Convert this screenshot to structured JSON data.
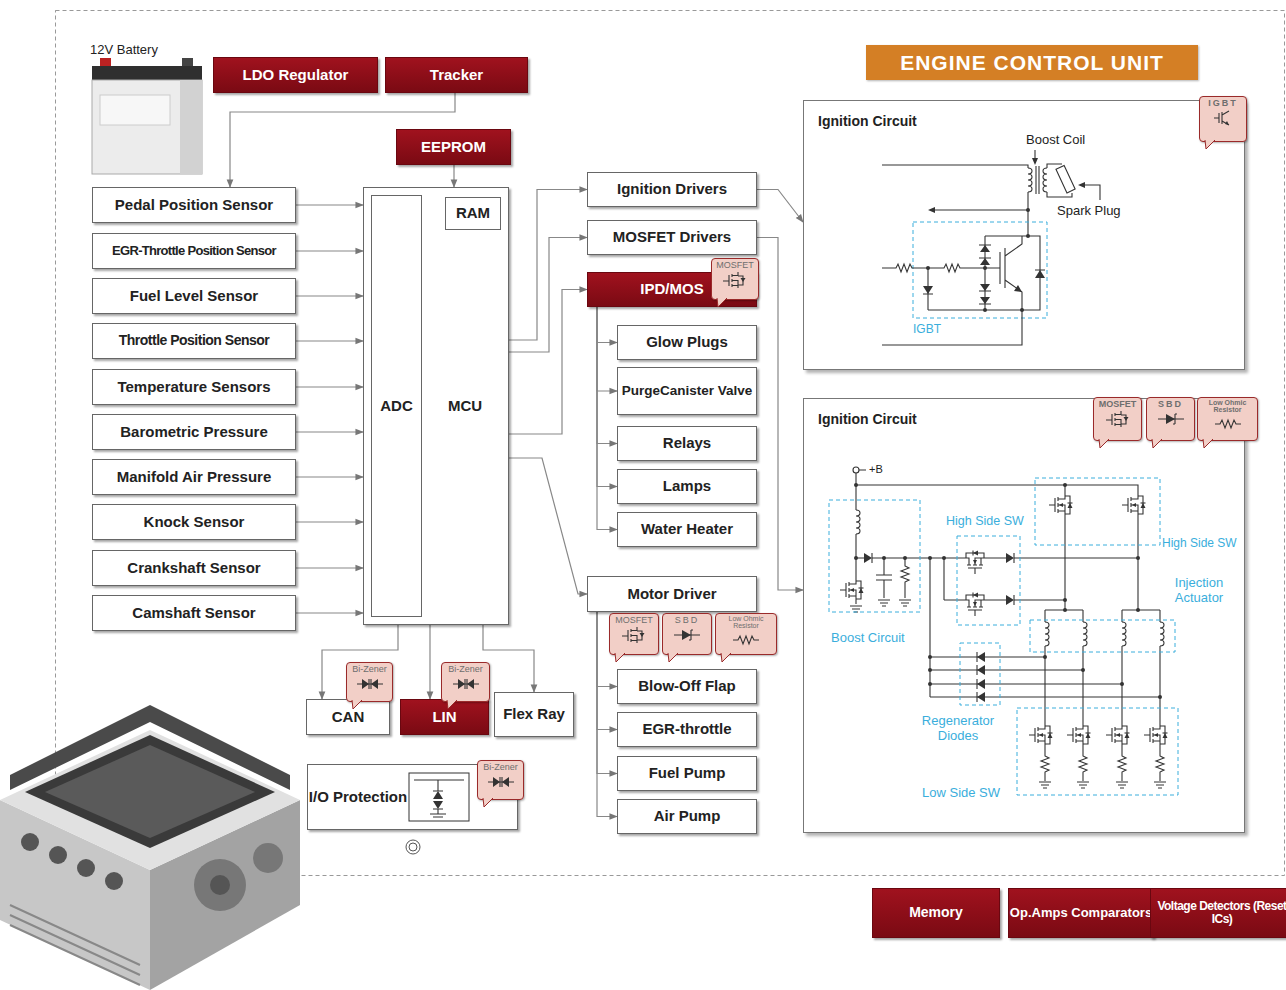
{
  "diagram": {
    "title": "ENGINE CONTROL UNIT",
    "nodes": [
      {
        "text": [
          "12V Battery"
        ]
      },
      {
        "text": [
          "LDO Regulator"
        ]
      },
      {
        "text": [
          "Tracker"
        ]
      },
      {
        "text": [
          "EEPROM"
        ]
      },
      {
        "text": [
          "MCU"
        ]
      },
      {
        "text": [
          "ADC"
        ],
        "in": 4
      },
      {
        "text": [
          "RAM"
        ],
        "in": 4
      },
      {
        "text": [
          "Pedal Position Sensor"
        ]
      },
      {
        "text": [
          "EGR-Throttle Position Sensor"
        ]
      },
      {
        "text": [
          "Fuel Level Sensor"
        ]
      },
      {
        "text": [
          "Throttle Position Sensor"
        ]
      },
      {
        "text": [
          "Temperature Sensors"
        ]
      },
      {
        "text": [
          "Barometric Pressure"
        ]
      },
      {
        "text": [
          "Manifold Air Pressure"
        ]
      },
      {
        "text": [
          "Knock Sensor"
        ]
      },
      {
        "text": [
          "Crankshaft Sensor"
        ]
      },
      {
        "text": [
          "Camshaft Sensor"
        ]
      },
      {
        "text": [
          "Ignition Drivers"
        ]
      },
      {
        "text": [
          "MOSFET Drivers"
        ]
      },
      {
        "text": [
          "IPD/MOS"
        ]
      },
      {
        "text": [
          "MOSFET"
        ]
      },
      {
        "text": [
          "Glow Plugs"
        ]
      },
      {
        "text": [
          "PurgeCanister Valve"
        ]
      },
      {
        "text": [
          "Relays"
        ]
      },
      {
        "text": [
          "Lamps"
        ]
      },
      {
        "text": [
          "Water Heater"
        ]
      },
      {
        "text": [
          "Motor Driver"
        ]
      },
      {
        "text": [
          "MOSFET"
        ]
      },
      {
        "text": [
          "SBD"
        ]
      },
      {
        "text": [
          "Low Ohmic Resistor"
        ]
      },
      {
        "text": [
          "Blow-Off Flap"
        ]
      },
      {
        "text": [
          "EGR-throttle"
        ]
      },
      {
        "text": [
          "Fuel Pump"
        ]
      },
      {
        "text": [
          "Air Pump"
        ]
      },
      {
        "text": [
          "CAN"
        ]
      },
      {
        "text": [
          "Bi-Zener"
        ]
      },
      {
        "text": [
          "LIN"
        ]
      },
      {
        "text": [
          "Bi-Zener"
        ]
      },
      {
        "text": [
          "Flex Ray"
        ]
      },
      {
        "text": [
          "I/O Protection"
        ]
      },
      {
        "text": [
          "Bi-Zener"
        ]
      },
      {
        "text": [
          "Ignition Circuit"
        ]
      },
      {
        "text": [
          "IGBT"
        ],
        "in": 41
      },
      {
        "text": [
          "Ignition Circuit"
        ]
      },
      {
        "text": [
          "MOSFET"
        ],
        "in": 43
      },
      {
        "text": [
          "SBD"
        ],
        "in": 43
      },
      {
        "text": [
          "Low Ohmic Resistor"
        ],
        "in": 43
      },
      {
        "text": [
          "Memory"
        ]
      },
      {
        "text": [
          "Op.Amps Comparators"
        ]
      },
      {
        "text": [
          "Voltage Detectors (Reset ICs)"
        ]
      }
    ],
    "edges": [
      {
        "from": 2,
        "to": 7,
        "arrow": "to"
      },
      {
        "from": 3,
        "to": 4,
        "arrow": "to"
      },
      {
        "from": 7,
        "to": 4,
        "arrow": "to"
      },
      {
        "from": 8,
        "to": 4,
        "arrow": "to"
      },
      {
        "from": 9,
        "to": 4,
        "arrow": "to"
      },
      {
        "from": 10,
        "to": 4,
        "arrow": "to"
      },
      {
        "from": 11,
        "to": 4,
        "arrow": "to"
      },
      {
        "from": 12,
        "to": 4,
        "arrow": "to"
      },
      {
        "from": 13,
        "to": 4,
        "arrow": "to"
      },
      {
        "from": 14,
        "to": 4,
        "arrow": "to"
      },
      {
        "from": 15,
        "to": 4,
        "arrow": "to"
      },
      {
        "from": 16,
        "to": 4,
        "arrow": "to"
      },
      {
        "from": 4,
        "to": 17,
        "arrow": "to"
      },
      {
        "from": 4,
        "to": 18,
        "arrow": "to"
      },
      {
        "from": 4,
        "to": 19,
        "arrow": "to"
      },
      {
        "from": 4,
        "to": 26,
        "arrow": "to"
      },
      {
        "from": 19,
        "to": 21,
        "arrow": "to"
      },
      {
        "from": 19,
        "to": 22,
        "arrow": "to"
      },
      {
        "from": 19,
        "to": 23,
        "arrow": "to"
      },
      {
        "from": 19,
        "to": 24,
        "arrow": "to"
      },
      {
        "from": 19,
        "to": 25,
        "arrow": "to"
      },
      {
        "from": 26,
        "to": 30,
        "arrow": "to"
      },
      {
        "from": 26,
        "to": 31,
        "arrow": "to"
      },
      {
        "from": 26,
        "to": 32,
        "arrow": "to"
      },
      {
        "from": 26,
        "to": 33,
        "arrow": "to"
      },
      {
        "from": 4,
        "to": 34,
        "arrow": "to"
      },
      {
        "from": 4,
        "to": 36,
        "arrow": "to"
      },
      {
        "from": 4,
        "to": 38,
        "arrow": "to"
      },
      {
        "from": 17,
        "to": 41,
        "arrow": "to"
      },
      {
        "from": 18,
        "to": 43,
        "arrow": "to"
      }
    ],
    "labels": [
      "Boost Coil",
      "Spark Plug",
      "IGBT",
      "+B",
      "High Side SW",
      "High Side SW",
      "Injection Actuator",
      "Boost Circuit",
      "Regenerator Diodes",
      "Low Side SW"
    ]
  }
}
